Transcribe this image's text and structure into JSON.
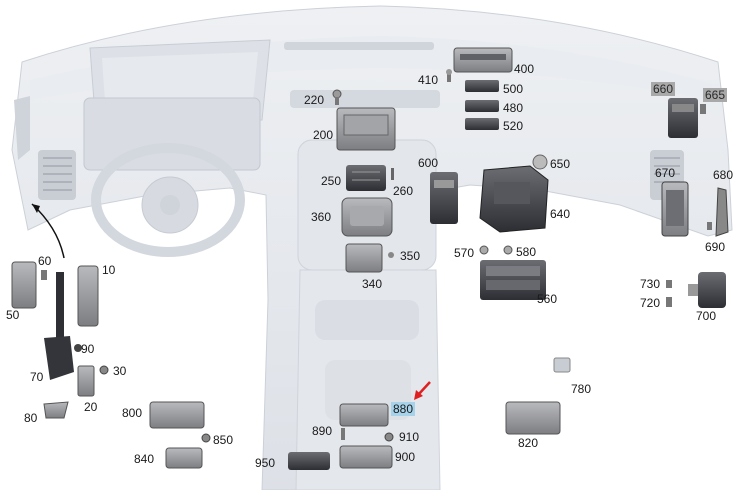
{
  "diagram": {
    "labels": [
      {
        "id": "400",
        "text": "400"
      },
      {
        "id": "410",
        "text": "410"
      },
      {
        "id": "220",
        "text": "220"
      },
      {
        "id": "500",
        "text": "500"
      },
      {
        "id": "480",
        "text": "480"
      },
      {
        "id": "520",
        "text": "520"
      },
      {
        "id": "200",
        "text": "200"
      },
      {
        "id": "660",
        "text": "660",
        "highlight": "gray"
      },
      {
        "id": "665",
        "text": "665",
        "highlight": "gray"
      },
      {
        "id": "600",
        "text": "600"
      },
      {
        "id": "650",
        "text": "650"
      },
      {
        "id": "250",
        "text": "250"
      },
      {
        "id": "260",
        "text": "260"
      },
      {
        "id": "670",
        "text": "670"
      },
      {
        "id": "680",
        "text": "680"
      },
      {
        "id": "640",
        "text": "640"
      },
      {
        "id": "360",
        "text": "360"
      },
      {
        "id": "690",
        "text": "690"
      },
      {
        "id": "60",
        "text": "60"
      },
      {
        "id": "10",
        "text": "10"
      },
      {
        "id": "350",
        "text": "350"
      },
      {
        "id": "570",
        "text": "570"
      },
      {
        "id": "580",
        "text": "580"
      },
      {
        "id": "340",
        "text": "340"
      },
      {
        "id": "730",
        "text": "730"
      },
      {
        "id": "560",
        "text": "560"
      },
      {
        "id": "720",
        "text": "720"
      },
      {
        "id": "50",
        "text": "50"
      },
      {
        "id": "700",
        "text": "700"
      },
      {
        "id": "90",
        "text": "90"
      },
      {
        "id": "30",
        "text": "30"
      },
      {
        "id": "70",
        "text": "70"
      },
      {
        "id": "780",
        "text": "780"
      },
      {
        "id": "20",
        "text": "20"
      },
      {
        "id": "800",
        "text": "800"
      },
      {
        "id": "880",
        "text": "880",
        "highlight": "blue"
      },
      {
        "id": "80",
        "text": "80"
      },
      {
        "id": "820",
        "text": "820"
      },
      {
        "id": "890",
        "text": "890"
      },
      {
        "id": "910",
        "text": "910"
      },
      {
        "id": "850",
        "text": "850"
      },
      {
        "id": "840",
        "text": "840"
      },
      {
        "id": "950",
        "text": "950"
      },
      {
        "id": "900",
        "text": "900"
      }
    ],
    "colors": {
      "dashboard": "#e6e9ee",
      "dashboard_shade": "#d4d9e0",
      "part": "#8e8f92",
      "part_dark": "#3b3d42",
      "gray_highlight": "#a9a9a9",
      "blue_highlight": "#a7d3ea",
      "arrow": "#e02020"
    }
  }
}
